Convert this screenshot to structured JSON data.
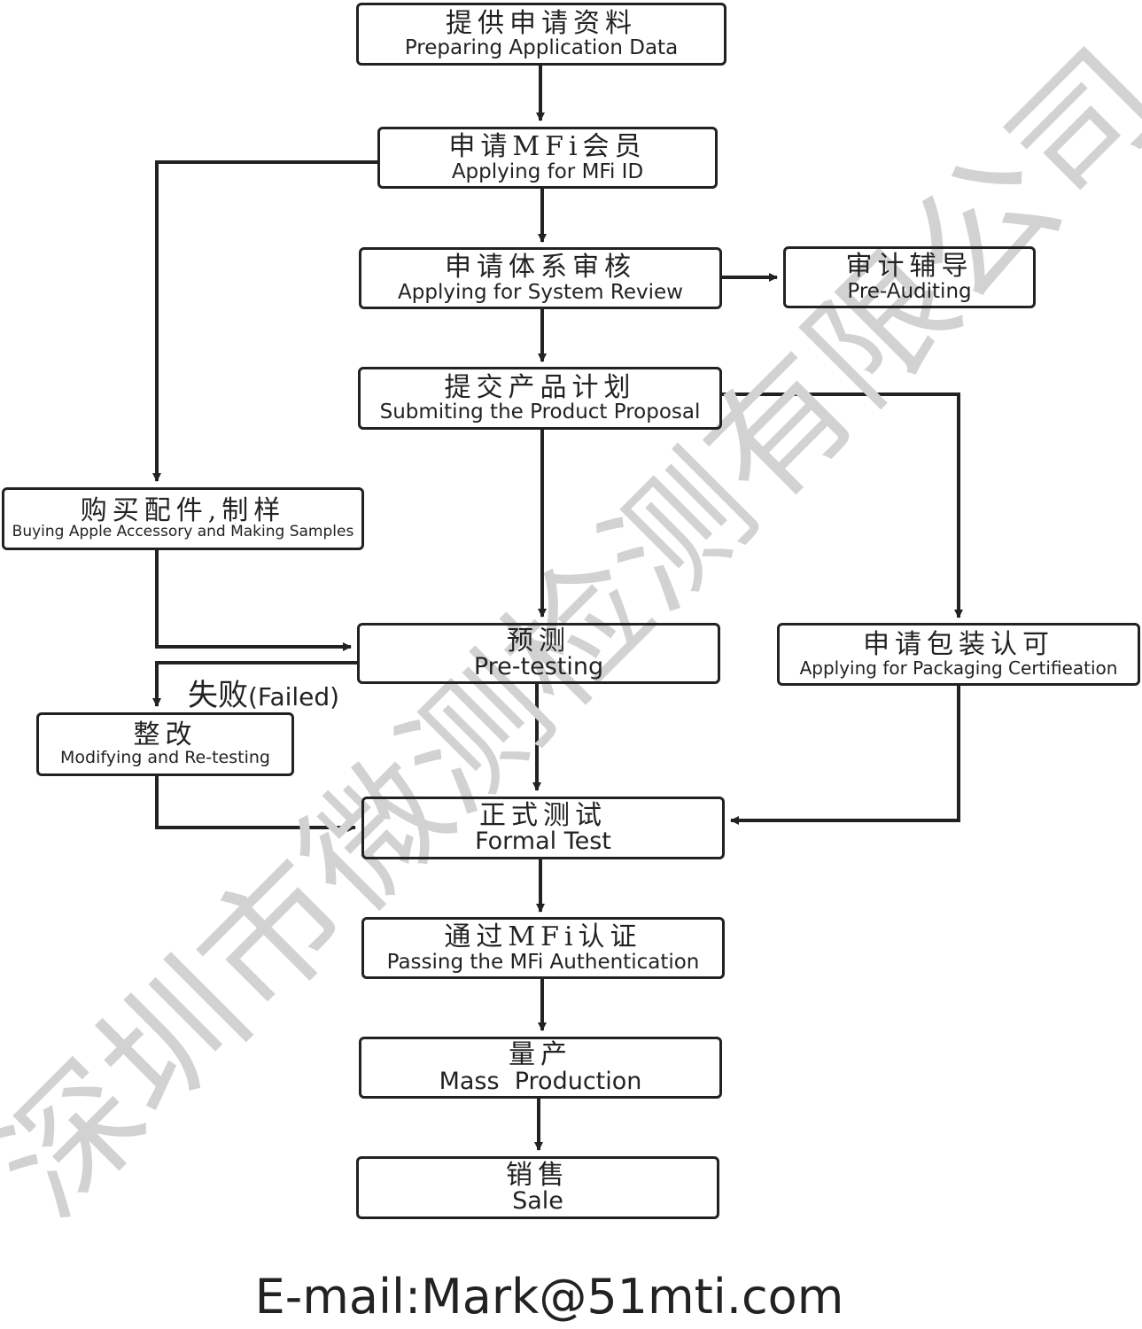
{
  "nodes": {
    "prepare": {
      "zh": "提供申请资料",
      "en": "Preparing Application Data"
    },
    "mfi_member": {
      "zh": "申请MFi会员",
      "en": "Applying for MFi ID"
    },
    "system_review": {
      "zh": "申请体系审核",
      "en": "Applying for System Review"
    },
    "pre_audit": {
      "zh": "审计辅导",
      "en": "Pre-Auditing"
    },
    "proposal": {
      "zh": "提交产品计划",
      "en": "Submiting the Product Proposal"
    },
    "buy": {
      "zh": "购买配件,制样",
      "en": "Buying Apple Accessory and Making Samples"
    },
    "pretest": {
      "zh": "预测",
      "en": "Pre-testing"
    },
    "packaging": {
      "zh": "申请包装认可",
      "en": "Applying for Packaging Certifieation"
    },
    "modify": {
      "zh": "整改",
      "en": "Modifying and Re-testing"
    },
    "formal": {
      "zh": "正式测试",
      "en": "Formal Test"
    },
    "pass": {
      "zh": "通过MFi认证",
      "en": "Passing the MFi Authentication"
    },
    "mass": {
      "zh": "量产",
      "en": "Mass  Production"
    },
    "sale": {
      "zh": "销售",
      "en": "Sale"
    }
  },
  "failed_label": {
    "zh": "失败",
    "en": "(Failed)"
  },
  "email": "E-mail:Mark@51mti.com",
  "watermark": "深圳市微测检测有限公司",
  "colors": {
    "stroke": "#222222",
    "watermark": "#d2d2d2",
    "background": "#ffffff"
  }
}
